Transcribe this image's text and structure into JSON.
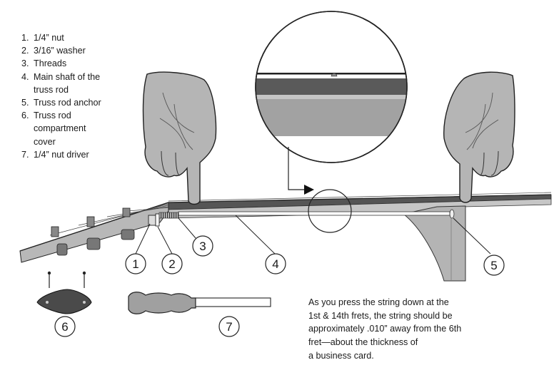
{
  "legend": [
    {
      "num": "1.",
      "text": "1/4” nut"
    },
    {
      "num": "2.",
      "text": "3/16” washer"
    },
    {
      "num": "3.",
      "text": "Threads"
    },
    {
      "num": "4.",
      "text": "Main shaft of the truss rod"
    },
    {
      "num": "5.",
      "text": "Truss rod anchor"
    },
    {
      "num": "6.",
      "text": "Truss rod compartment cover"
    },
    {
      "num": "7.",
      "text": "1/4” nut driver"
    }
  ],
  "callouts": [
    "1",
    "2",
    "3",
    "4",
    "5",
    "6",
    "7"
  ],
  "caption": {
    "lines": [
      "As you press the string down at the",
      "1st & 14th frets, the string should be",
      "approximately .010” away from the 6th",
      "fret—about the thickness of",
      "a business card."
    ]
  }
}
